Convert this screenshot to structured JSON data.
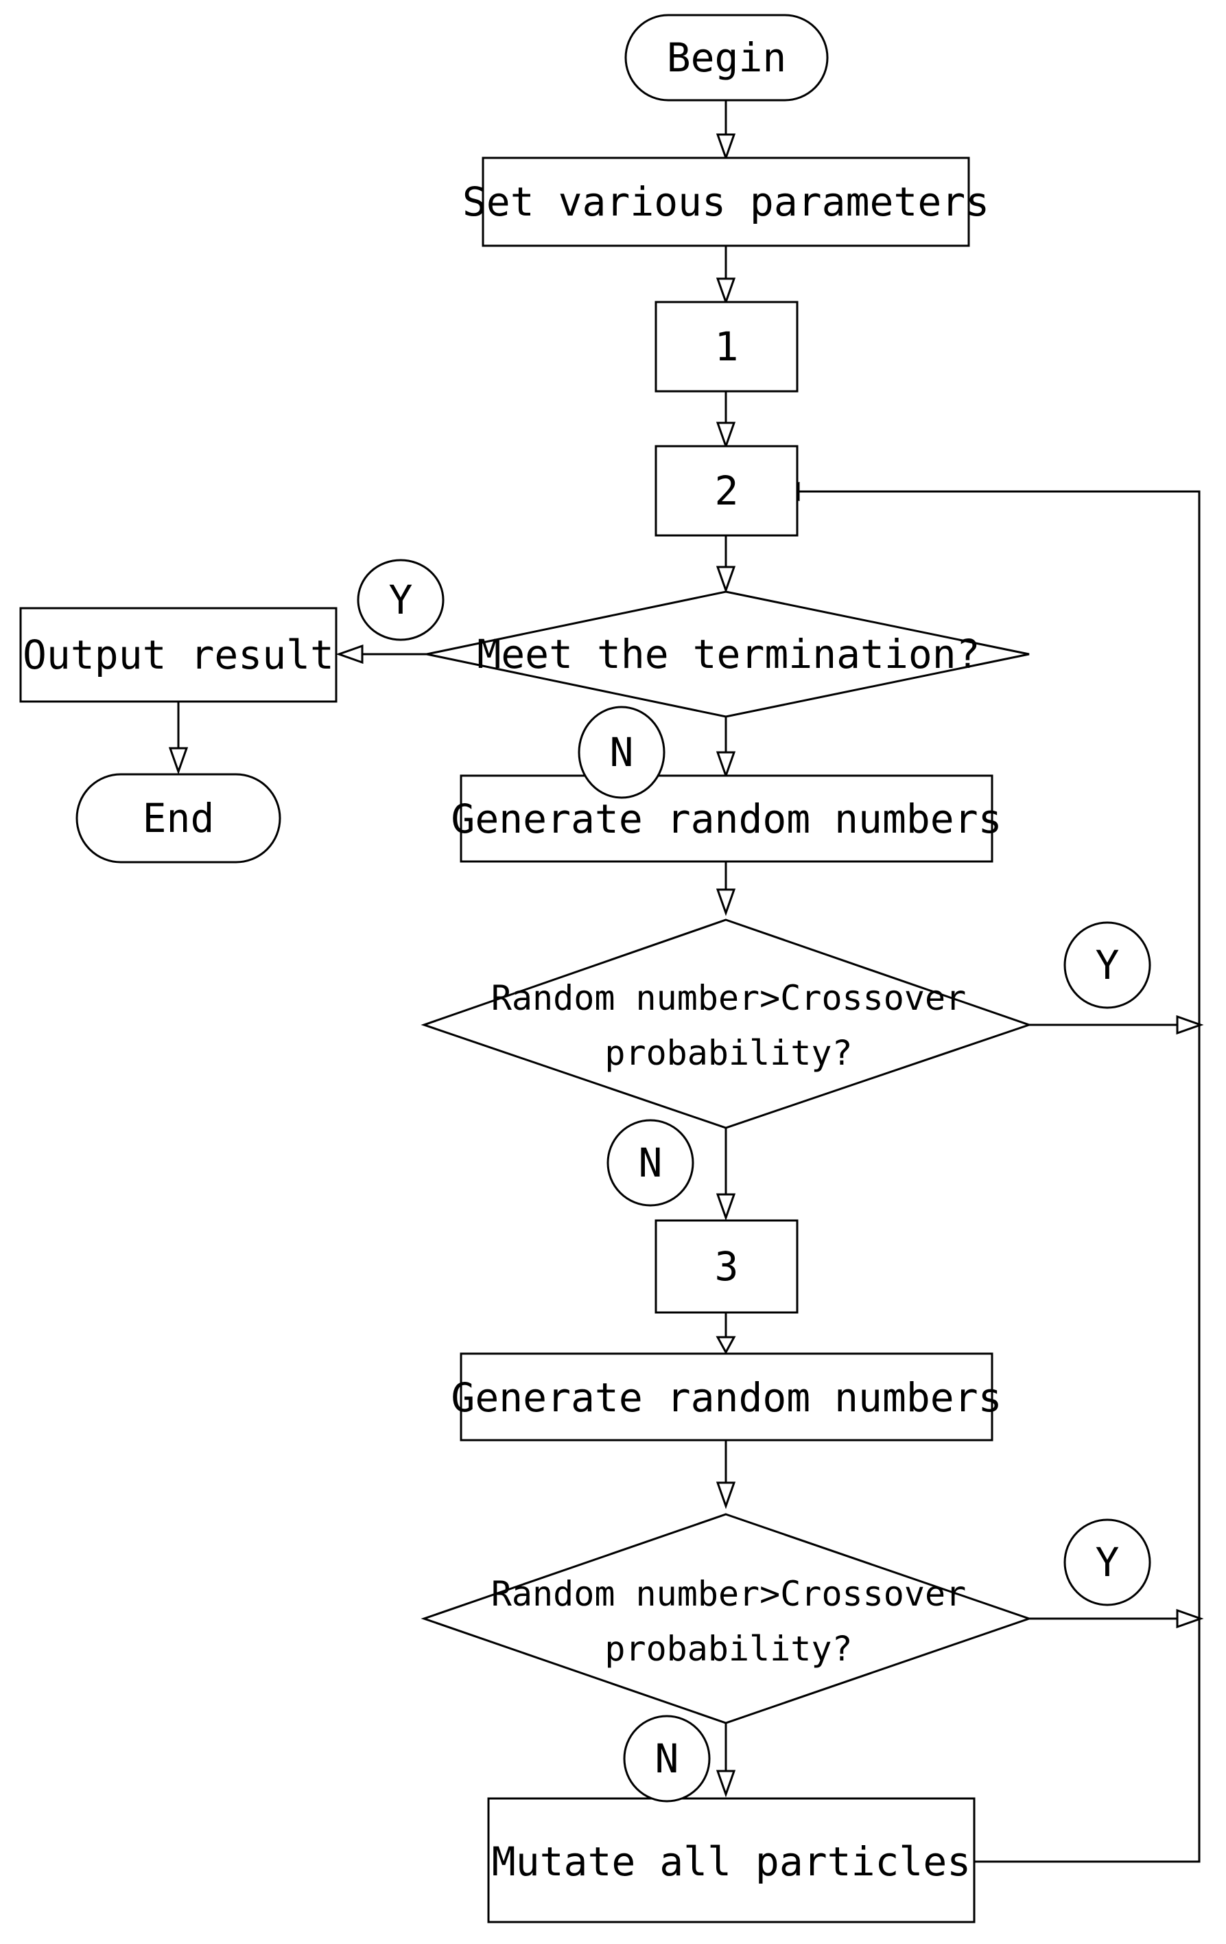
{
  "nodes": {
    "begin": "Begin",
    "set_params": "Set various parameters",
    "step1": "1",
    "step2": "2",
    "termination": "Meet the termination?",
    "output": "Output result",
    "end": "End",
    "gen_random_1": "Generate random numbers",
    "crossover_1_line1": "Random number>Crossover",
    "crossover_1_line2": "probability?",
    "step3": "3",
    "gen_random_2": "Generate random numbers",
    "crossover_2_line1": "Random number>Crossover",
    "crossover_2_line2": "probability?",
    "mutate": "Mutate all particles"
  },
  "branch_labels": {
    "term_yes": "Y",
    "term_no": "N",
    "cross1_yes": "Y",
    "cross1_no": "N",
    "cross2_yes": "Y",
    "cross2_no": "N"
  }
}
